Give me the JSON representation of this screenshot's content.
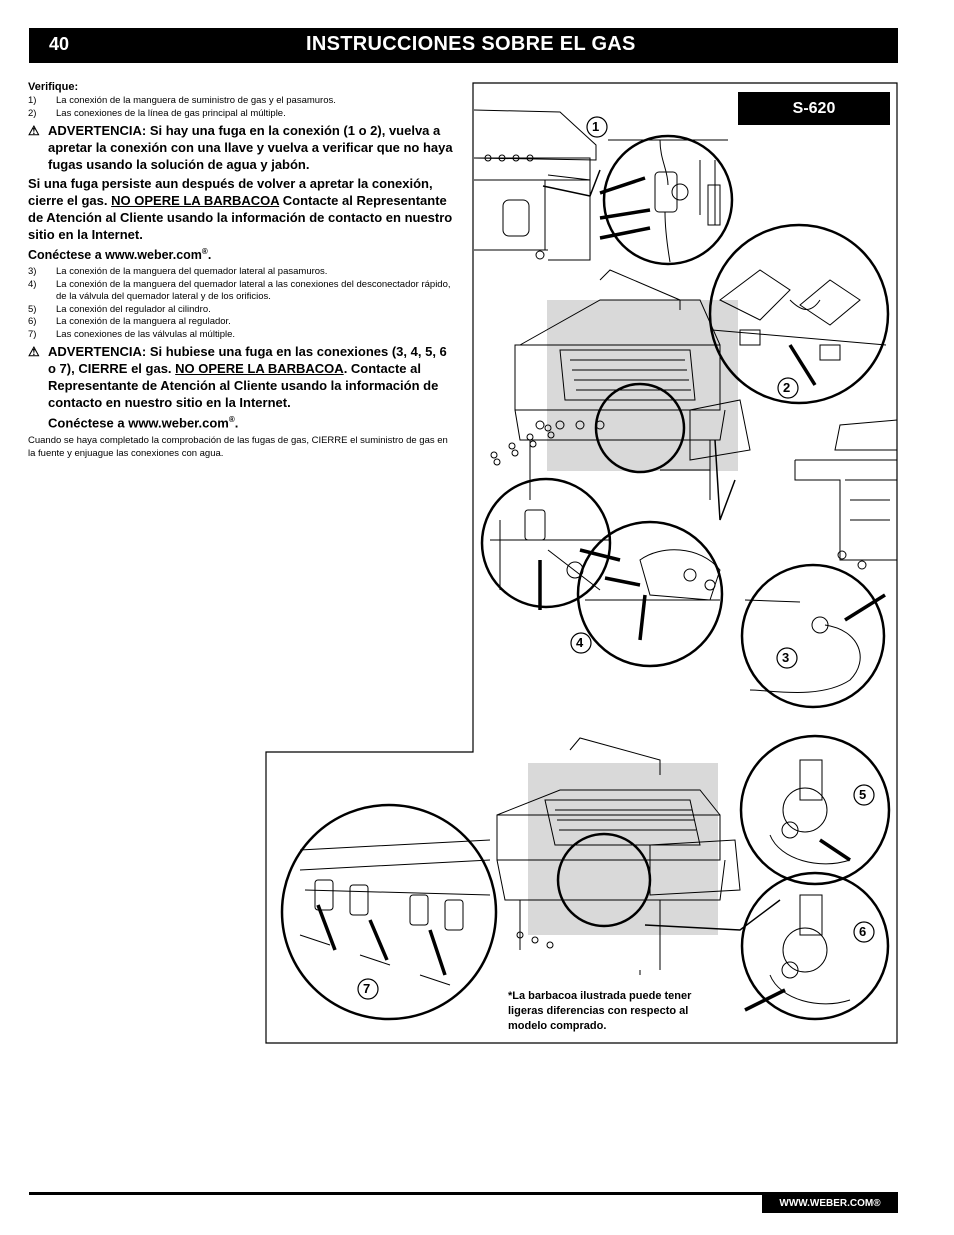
{
  "header": {
    "page_number": "40",
    "title": "INSTRUCCIONES SOBRE EL GAS"
  },
  "model_label": "S-620",
  "section1": {
    "heading": "Verifique:",
    "items": [
      {
        "num": "1)",
        "text": "La conexión de la manguera de suministro de gas y el pasamuros."
      },
      {
        "num": "2)",
        "text": "Las conexiones  de la línea de gas principal al múltiple."
      }
    ],
    "warning_icon": "⚠",
    "warning_text": "ADVERTENCIA: Si hay una fuga en la conexión (1 o 2), vuelva a apretar la conexión con una llave y vuelva a verificar que no haya fugas usando la solución de agua y jabón.",
    "para_a": "Si una fuga persiste aun después de volver a apretar la conexión, cierre el gas. ",
    "para_underline": "NO OPERE LA BARBACOA",
    "para_b": " Contacte al Representante de Atención al Cliente usando la información de contacto en nuestro sitio en la Internet.",
    "site_prefix": "Conéctese a www.weber.com",
    "site_suffix": "."
  },
  "section2": {
    "items": [
      {
        "num": "3)",
        "text": "La conexión de la manguera del quemador lateral al pasamuros."
      },
      {
        "num": "4)",
        "text": "La conexión de la manguera del quemador lateral a las conexiones del desconectador rápido, de la válvula del quemador lateral y de los orificios."
      },
      {
        "num": "5)",
        "text": "La conexión del regulador al cilindro."
      },
      {
        "num": "6)",
        "text": "La conexión de la manguera al regulador."
      },
      {
        "num": "7)",
        "text": "Las conexiones de las válvulas al múltiple."
      }
    ],
    "warning_icon": "⚠",
    "warning_a": "ADVERTENCIA: Si hubiese una fuga en las conexiones (3, 4, 5, 6 o 7), CIERRE el gas. ",
    "warning_underline": "NO OPERE LA BARBACOA",
    "warning_b": ". Contacte al Representante de Atención al Cliente usando la información de contacto en nuestro sitio en la Internet.",
    "site_prefix": "Conéctese a www.weber.com",
    "site_suffix": ".",
    "closing": "Cuando se haya completado la comprobación de las fugas de gas, CIERRE el suministro de gas en la fuente y enjuague las conexiones con agua."
  },
  "registered": "®",
  "callouts": [
    "1",
    "2",
    "3",
    "4",
    "5",
    "6",
    "7"
  ],
  "footnote": "*La barbacoa ilustrada puede tener ligeras diferencias con respecto al modelo comprado.",
  "footer": {
    "website": "WWW.WEBER.COM®"
  }
}
